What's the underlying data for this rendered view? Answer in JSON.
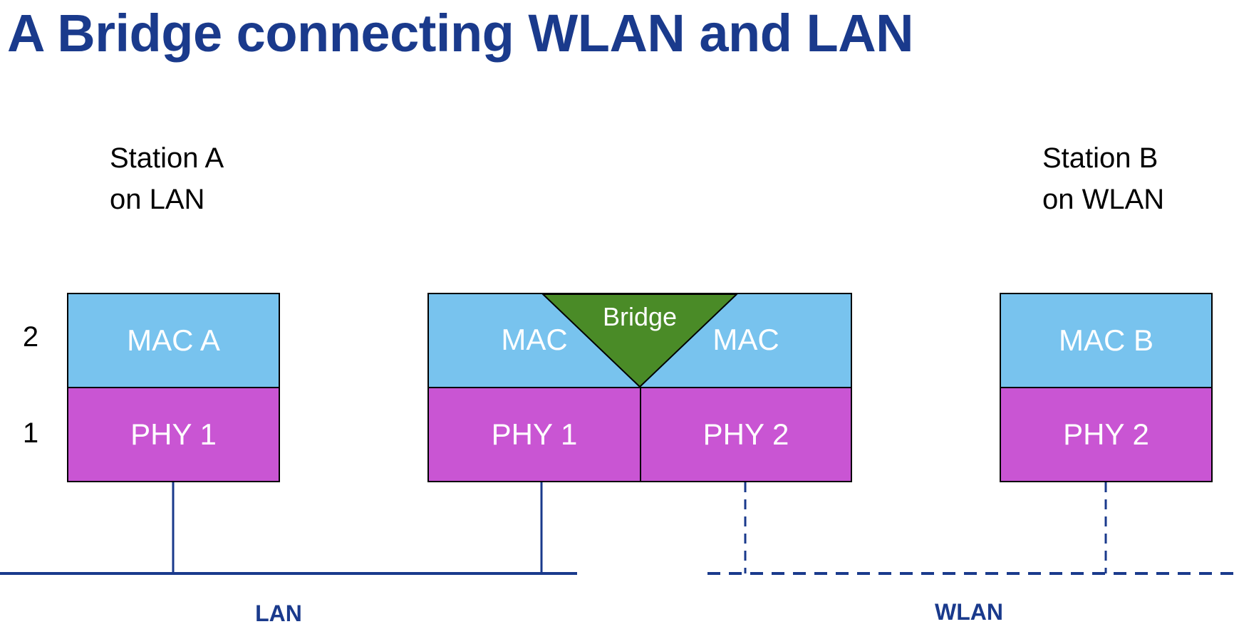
{
  "title": "A Bridge connecting WLAN and LAN",
  "station_a": {
    "line1": "Station A",
    "line2": "on LAN",
    "mac": "MAC A",
    "phy": "PHY 1"
  },
  "station_b": {
    "line1": "Station B",
    "line2": "on WLAN",
    "mac": "MAC B",
    "phy": "PHY 2"
  },
  "bridge": {
    "label": "Bridge",
    "mac_left": "MAC",
    "mac_right": "MAC",
    "phy_left": "PHY 1",
    "phy_right": "PHY 2"
  },
  "layers": {
    "layer2": "2",
    "layer1": "1"
  },
  "networks": {
    "lan": "LAN",
    "wlan": "WLAN"
  },
  "colors": {
    "title": "#1a3a8c",
    "mac": "#78c3ee",
    "phy": "#c955d3",
    "bridge": "#4a8b27",
    "network_line": "#1a3a8c"
  }
}
